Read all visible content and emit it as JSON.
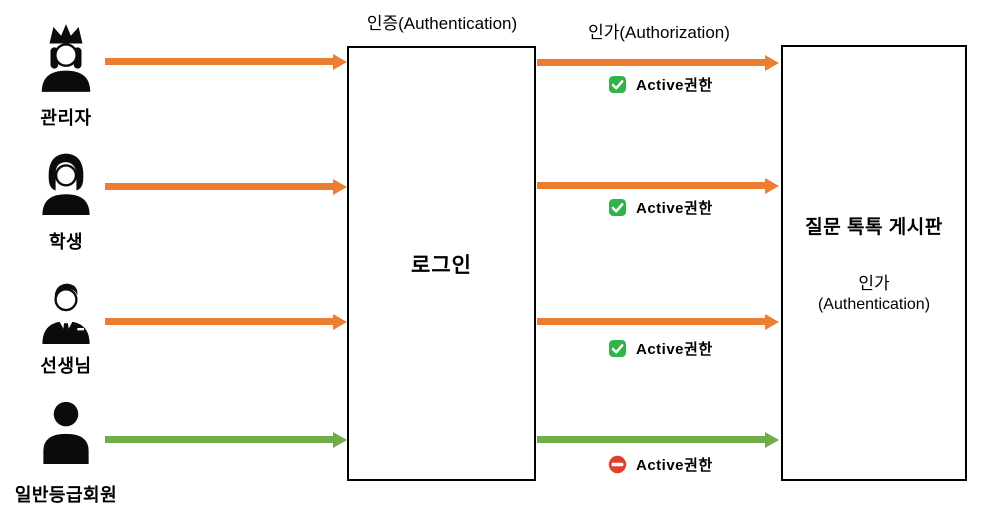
{
  "colors": {
    "orange": "#ED7D31",
    "green": "#70AD47",
    "check": "#2FB44A",
    "deny": "#E2402D"
  },
  "headers": {
    "authentication": "인증(Authentication)",
    "authorization": "인가(Authorization)"
  },
  "login_box": {
    "label": "로그인"
  },
  "board_box": {
    "title": "질문 톡톡 게시판",
    "subtitle_line1": "인가",
    "subtitle_line2": "(Authentication)"
  },
  "actors": [
    {
      "label": "관리자",
      "icon": "admin-crown-user-icon",
      "arrow_color": "orange",
      "badge": {
        "icon": "check-icon",
        "label": "Active권한"
      }
    },
    {
      "label": "학생",
      "icon": "student-user-icon",
      "arrow_color": "orange",
      "badge": {
        "icon": "check-icon",
        "label": "Active권한"
      }
    },
    {
      "label": "선생님",
      "icon": "teacher-user-icon",
      "arrow_color": "orange",
      "badge": {
        "icon": "check-icon",
        "label": "Active권한"
      }
    },
    {
      "label": "일반등급회원",
      "icon": "member-user-icon",
      "arrow_color": "green",
      "badge": {
        "icon": "no-entry-icon",
        "label": "Active권한"
      }
    }
  ]
}
